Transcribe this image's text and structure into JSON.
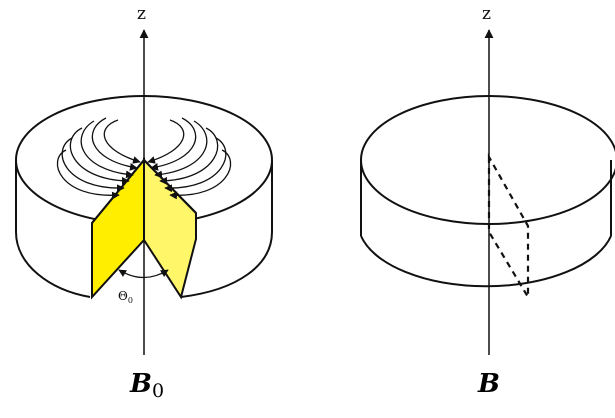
{
  "left_panel": {
    "axis_label": "z",
    "angle_label": "Θ",
    "angle_subscript": "0",
    "caption": "B",
    "caption_subscript": "0",
    "wedge_colors": [
      "#ffee00",
      "#fff66a"
    ]
  },
  "right_panel": {
    "axis_label": "z",
    "caption": "B"
  }
}
